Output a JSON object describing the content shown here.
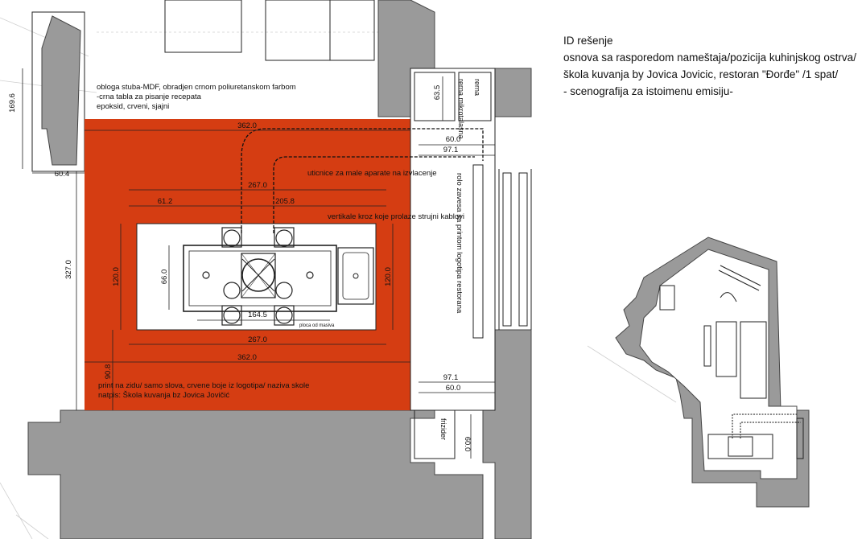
{
  "title_block": {
    "line1": "ID rešenje",
    "line2": "osnova sa rasporedom nameštaja/pozicija kuhinjskog ostrva/",
    "line3": "škola kuvanja by Jovica Jovicic, restoran \"Đorđe\" /1 spat/",
    "line4": "- scenografija za istoimenu emisiju-"
  },
  "notes": {
    "column_cladding": "obloga stuba-MDF, obradjen crnom poliuretanskom farbom",
    "chalkboard": "-crna tabla za pisanje recepata",
    "epoxy": "epoksid, crveni, sjajni",
    "sockets": "uticnice za male aparate na izvlacenje",
    "verticals": "vertikale kroz koje prolaze strujni kablovi",
    "blind": "rolo zavesa sa printom logotipa restorana",
    "print_wall": "print na zidu/ samo slova, crvene boje iz logotipa/ naziva skole",
    "caption": "natpis: Škola kuvanja bz Jovica Jovičić",
    "hob_plate": "ploca od masiva",
    "shelf_label": "rerna",
    "oven_label": "rerna mikrotalasna",
    "fridge_label": "frizider"
  },
  "dimensions": {
    "d169_6": "169.6",
    "d60_4": "60.4",
    "d327": "327.0",
    "d362_top": "362.0",
    "d267_top": "267.0",
    "d61_2": "61.2",
    "d205_8": "205.8",
    "d120_left": "120.0",
    "d66": "66.0",
    "d164_5": "164.5",
    "d120_right": "120.0",
    "d267_bottom": "267.0",
    "d362_bottom": "362.0",
    "d90_8": "90.8",
    "d63_5": "63.5",
    "d60_top": "60.0",
    "d97_1_top": "97.1",
    "d97_1_bottom": "97.1",
    "d60_bottom": "60.0",
    "d60_fridge": "60.0"
  },
  "colors": {
    "epoxy_red": "#d53d12",
    "wall_grey": "#9a9a9a",
    "line": "#222222"
  }
}
